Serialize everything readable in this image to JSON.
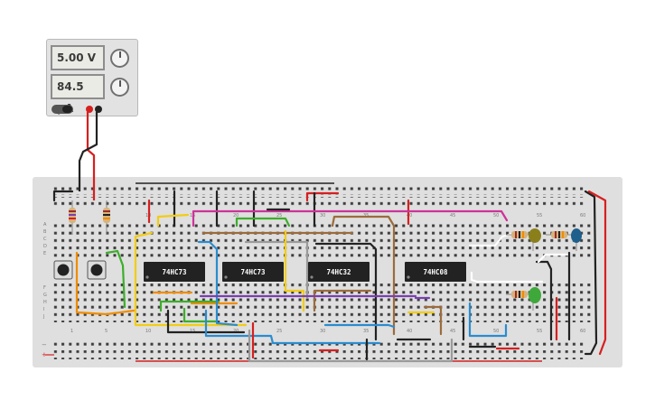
{
  "power_supply": {
    "voltage": "5.00 V",
    "current": "84.5 µA"
  },
  "breadboard": {
    "col_label_1": "1",
    "col_label_5": "5",
    "col_label_10": "10",
    "col_label_15": "15",
    "col_label_20": "20",
    "col_label_25": "25",
    "col_label_30": "30",
    "col_label_35": "35",
    "col_label_40": "40",
    "col_label_45": "45",
    "col_label_50": "50",
    "col_label_55": "55",
    "col_label_60": "60",
    "row_labels": [
      "A",
      "B",
      "C",
      "D",
      "E",
      "F",
      "G",
      "H",
      "I",
      "J"
    ],
    "rail_minus": "−",
    "rail_plus": "+"
  },
  "chips": {
    "chip1": "74HC73",
    "chip2": "74HC73",
    "chip3": "74HC32",
    "chip4": "74HC08"
  },
  "colors": {
    "board": "#dfdfdf",
    "red_wire": "#d62020",
    "black_wire": "#222222",
    "yellow_wire": "#f2cc14",
    "magenta_wire": "#cc3399",
    "green_wire": "#3dae2b",
    "blue_wire": "#2a8ccf",
    "brown_wire": "#9c6b3c",
    "orange_wire": "#f08c00",
    "purple_wire": "#7a3fb0",
    "gray_wire": "#9a9a9a",
    "white_wire": "#ffffff",
    "led_olive": "#8b7f1c",
    "led_blue": "#1e5f8c",
    "led_green": "#3fa83a"
  }
}
